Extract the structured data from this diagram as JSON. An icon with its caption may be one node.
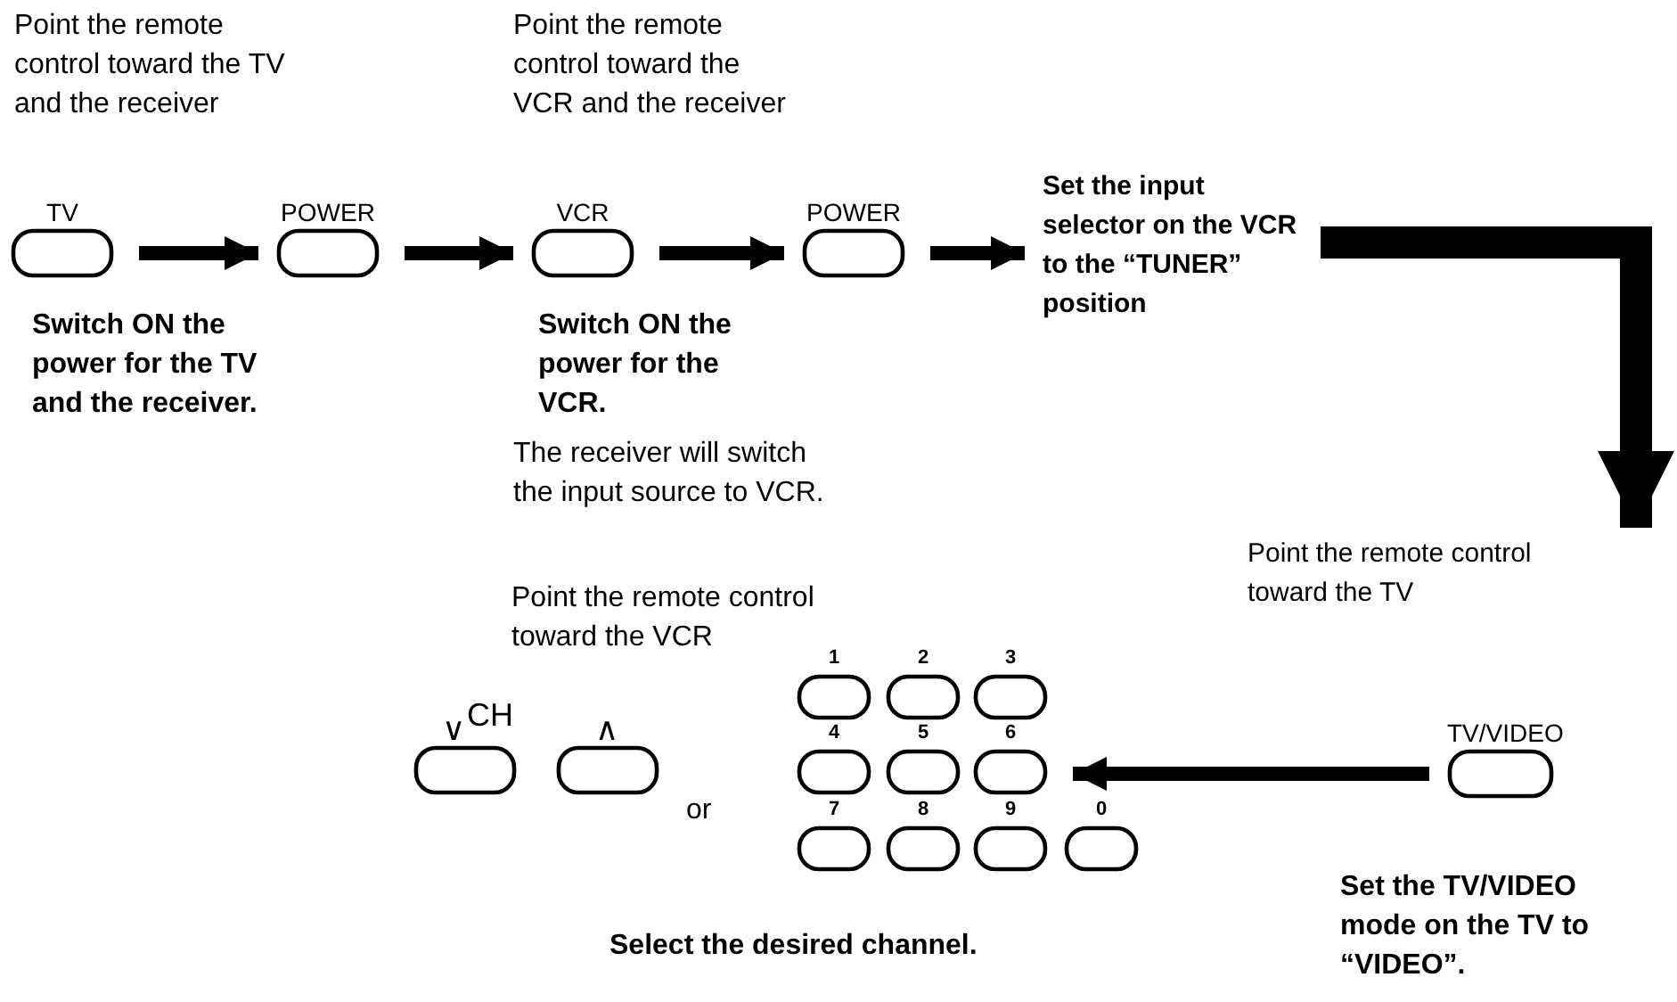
{
  "diagram": {
    "nodes": [
      {
        "text": [
          "TV"
        ]
      },
      {
        "text": [
          "POWER"
        ]
      },
      {
        "text": [
          "VCR"
        ]
      },
      {
        "text": [
          "POWER"
        ]
      },
      {
        "text": [
          "Set the input selector on the VCR to the “TUNER” position"
        ]
      },
      {
        "text": [
          "Point the remote control toward the TV"
        ]
      },
      {
        "text": [
          "TV/VIDEO"
        ]
      },
      {
        "text": [
          "∨"
        ]
      },
      {
        "text": [
          "∧"
        ]
      },
      {
        "text": [
          "1"
        ]
      },
      {
        "text": [
          "2"
        ]
      },
      {
        "text": [
          "3"
        ]
      },
      {
        "text": [
          "4"
        ]
      },
      {
        "text": [
          "5"
        ]
      },
      {
        "text": [
          "6"
        ]
      },
      {
        "text": [
          "7"
        ]
      },
      {
        "text": [
          "8"
        ]
      },
      {
        "text": [
          "9"
        ]
      },
      {
        "text": [
          "0"
        ]
      }
    ],
    "edges": [
      {
        "from": 0,
        "to": 1,
        "arrow": "to"
      },
      {
        "from": 1,
        "to": 2,
        "arrow": "to"
      },
      {
        "from": 2,
        "to": 3,
        "arrow": "to"
      },
      {
        "from": 3,
        "to": 4,
        "arrow": "to"
      },
      {
        "from": 4,
        "to": 5,
        "arrow": "to",
        "style": "thick"
      },
      {
        "from": 6,
        "to": 14,
        "arrow": "to"
      }
    ],
    "labels": [
      "Point the remote control toward the TV and the receiver",
      "Point the remote control toward the VCR and the receiver",
      "Switch ON the power for the TV and the receiver.",
      "Switch ON the power for the VCR.",
      "The receiver will switch the input source to VCR.",
      "Point the remote control toward the VCR",
      "CH",
      "or",
      "Set the TV/VIDEO mode on the TV to “VIDEO”.",
      "Select the desired channel."
    ]
  }
}
